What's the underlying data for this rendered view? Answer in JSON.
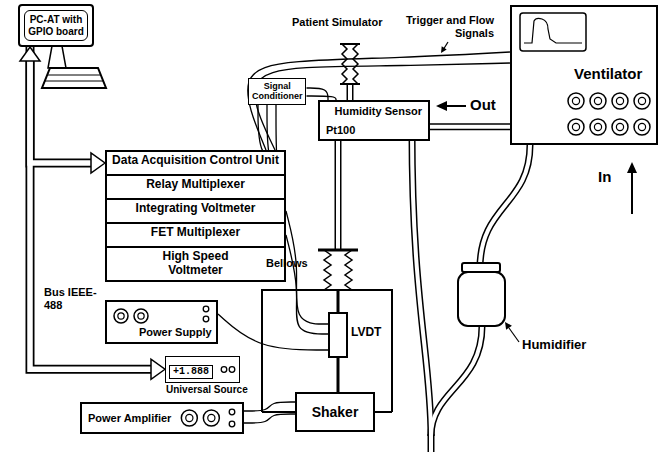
{
  "diagram": {
    "nodes": [
      {
        "text": [
          "PC-AT with GPIO board"
        ]
      },
      {
        "text": [
          "Data Acquisition Control Unit"
        ]
      },
      {
        "text": [
          "Relay Multiplexer"
        ]
      },
      {
        "text": [
          "Integrating Voltmeter"
        ]
      },
      {
        "text": [
          "FET Multiplexer"
        ]
      },
      {
        "text": [
          "High Speed Voltmeter"
        ]
      },
      {
        "text": [
          "Signal Conditioner"
        ]
      },
      {
        "text": [
          "Ventilator"
        ]
      },
      {
        "text": [
          "Pt100",
          "Humidity Sensor"
        ]
      },
      {
        "text": [
          "LVDT"
        ]
      },
      {
        "text": [
          "Shaker"
        ]
      },
      {
        "text": [
          "Power Supply"
        ]
      },
      {
        "text": [
          "+1.888",
          "Universal Source"
        ]
      },
      {
        "text": [
          "Power Amplifier"
        ]
      }
    ],
    "edges": [
      {
        "from": 0,
        "to": 1,
        "arrow": "both"
      },
      {
        "from": 0,
        "to": 12,
        "arrow": "to"
      },
      {
        "from": 7,
        "to": 1,
        "arrow": "none"
      },
      {
        "from": 7,
        "to": 1,
        "arrow": "none"
      },
      {
        "from": 6,
        "to": 1,
        "arrow": "none"
      },
      {
        "from": 6,
        "to": 1,
        "arrow": "none"
      },
      {
        "from": 6,
        "to": 1,
        "arrow": "none"
      },
      {
        "from": 8,
        "to": 6,
        "arrow": "none"
      },
      {
        "from": 8,
        "to": 6,
        "arrow": "none"
      },
      {
        "from": 7,
        "to": 8,
        "arrow": "none"
      },
      {
        "from": 3,
        "to": 9,
        "arrow": "none"
      },
      {
        "from": 4,
        "to": 9,
        "arrow": "none"
      },
      {
        "from": 11,
        "to": 9,
        "arrow": "none"
      },
      {
        "from": 13,
        "to": 10,
        "arrow": "none"
      },
      {
        "from": 13,
        "to": 10,
        "arrow": "none"
      }
    ],
    "labels": [
      "Patient Simulator",
      "Trigger and Flow Signals",
      "Bus IEEE-488",
      "Out",
      "In",
      "Bellows",
      "Humidifier"
    ]
  }
}
